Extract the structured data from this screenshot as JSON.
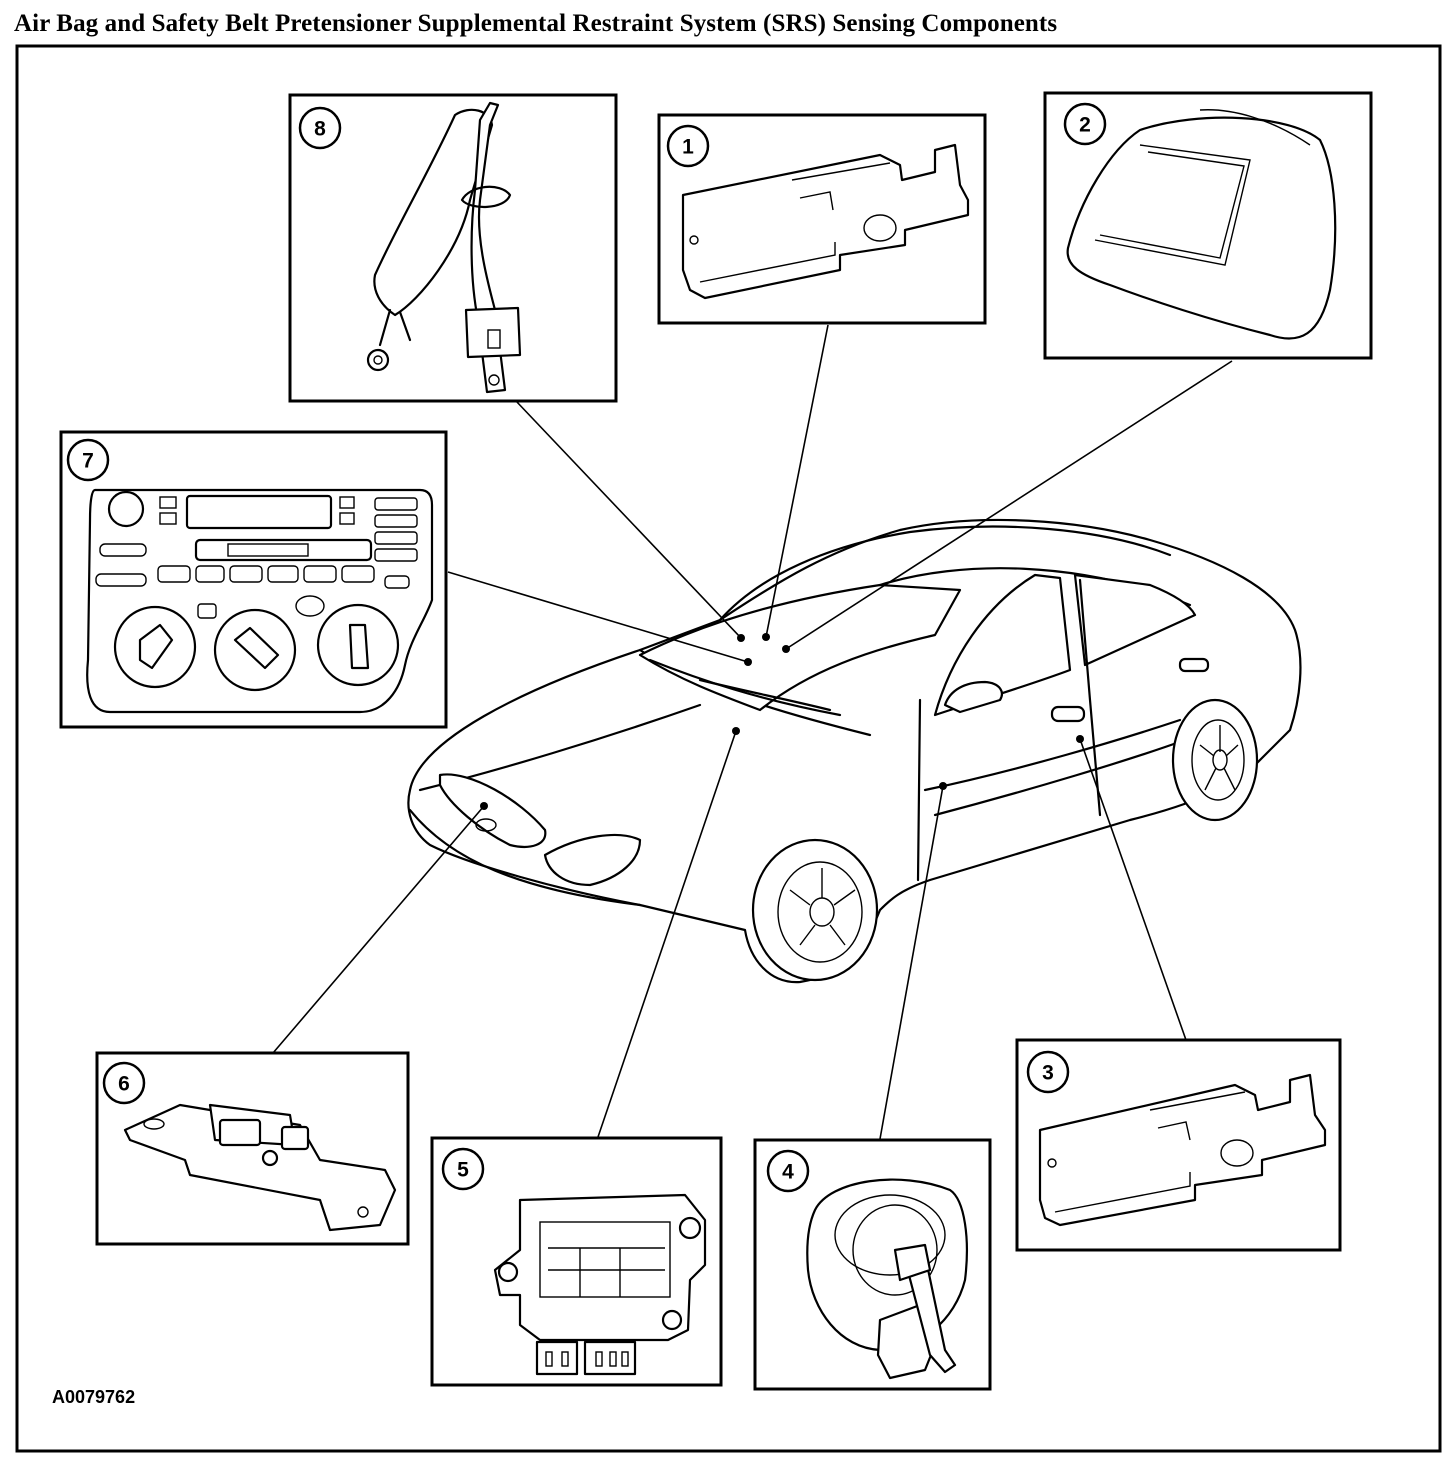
{
  "title": "Air Bag and Safety Belt Pretensioner Supplemental Restraint System (SRS) Sensing Components",
  "figure_id": "A0079762",
  "callouts": [
    {
      "number": "1",
      "icon": "side-impact-sensor-icon"
    },
    {
      "number": "2",
      "icon": "seat-cushion-icon"
    },
    {
      "number": "3",
      "icon": "side-impact-sensor-icon"
    },
    {
      "number": "4",
      "icon": "clockspring-icon"
    },
    {
      "number": "5",
      "icon": "restraints-control-module-icon"
    },
    {
      "number": "6",
      "icon": "front-crash-sensor-icon"
    },
    {
      "number": "7",
      "icon": "instrument-panel-control-icon"
    },
    {
      "number": "8",
      "icon": "seat-belt-pretensioner-icon"
    }
  ]
}
